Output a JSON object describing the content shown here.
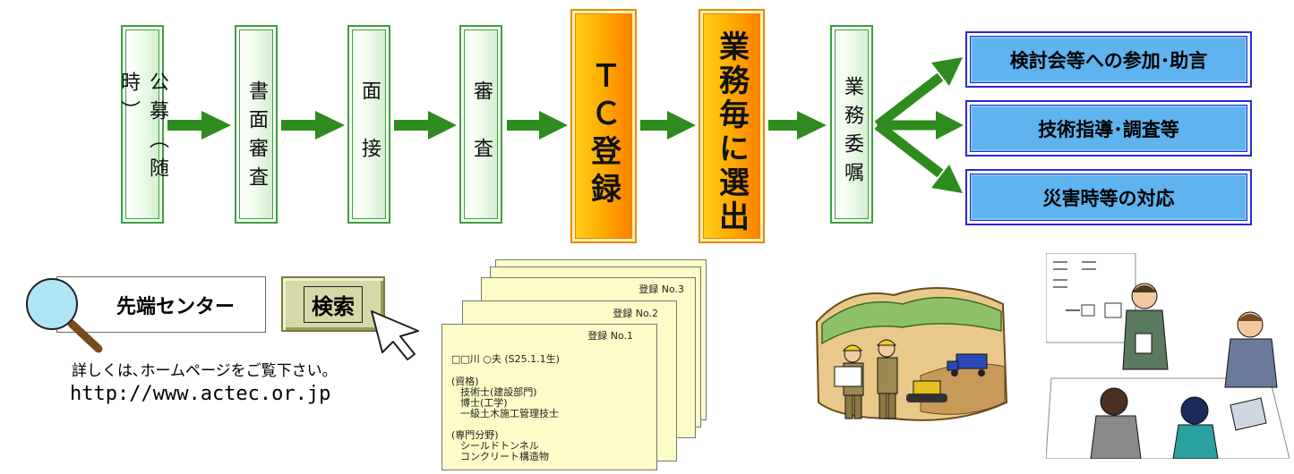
{
  "flow": {
    "steps": [
      {
        "label": "公募︵随時︶"
      },
      {
        "label": "書面審査"
      },
      {
        "label": "面接"
      },
      {
        "label": "審査"
      },
      {
        "label": "ＴＣ登録"
      },
      {
        "label": "業務毎に選出"
      },
      {
        "label": "業務委嘱"
      }
    ],
    "outcomes": [
      "検討会等への参加･助言",
      "技術指導･調査等",
      "災害時等の対応"
    ]
  },
  "search": {
    "field_text": "先端センター",
    "button_label": "検索",
    "note": "詳しくは､ホームページをご覧下さい｡",
    "url": "http://www.actec.or.jp"
  },
  "cards": {
    "numbers": [
      "登録 No.3",
      "登録 No.2",
      "登録 No.1"
    ],
    "name": "□□川 ○夫 (S25.1.1生)",
    "qual_heading": "(資格)",
    "quals": [
      "技術士(建設部門)",
      "博士(工学)",
      "一級土木施工管理技士"
    ],
    "field_heading": "(専門分野)",
    "fields": [
      "シールドトンネル",
      "コンクリート構造物"
    ]
  },
  "colors": {
    "green": "#3aa13a",
    "arrow": "#2e8b1e",
    "orange": "#ff9a00",
    "blue": "#5fb3ee",
    "card": "#fdfbc8"
  }
}
